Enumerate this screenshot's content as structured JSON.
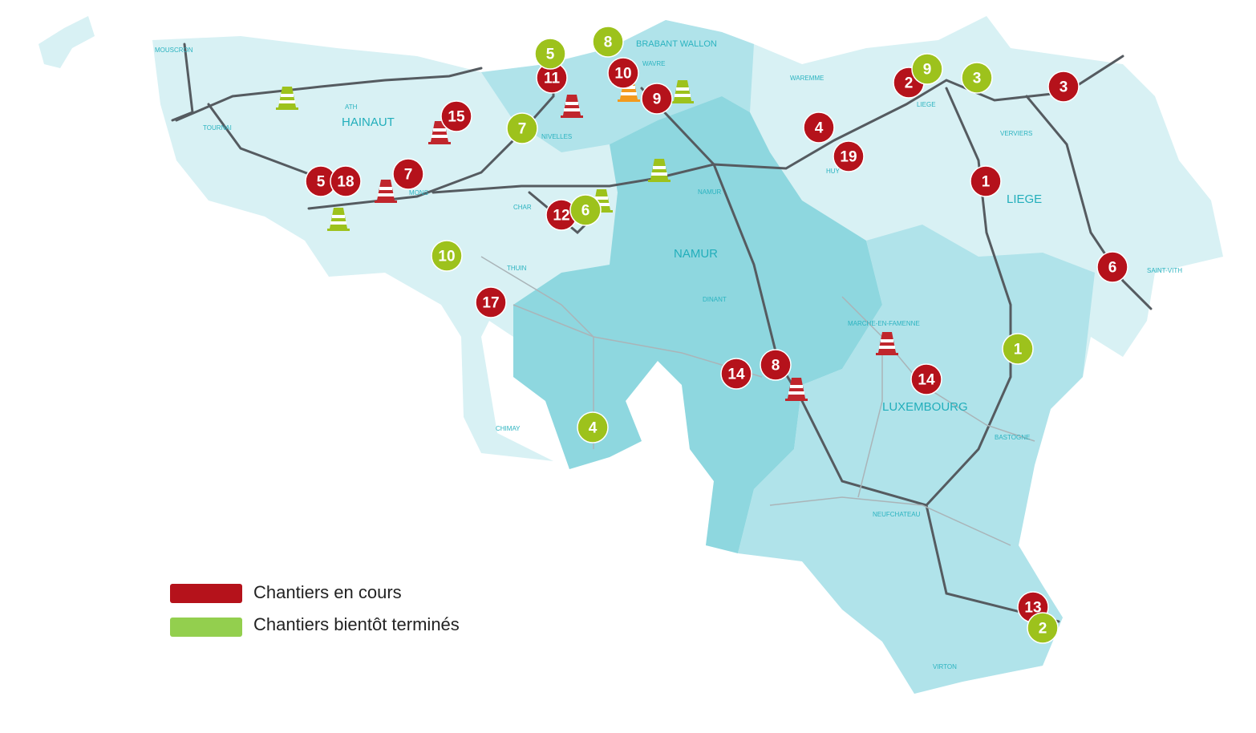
{
  "colors": {
    "in_progress": "#b5121b",
    "almost_done": "#9dc21c",
    "region_light": "#d8f1f4",
    "region_mid": "#b0e3ea",
    "region_dark": "#8ed7df",
    "road": "#555b60"
  },
  "provinces": {
    "hainaut": "HAINAUT",
    "brabant": "BRABANT WALLON",
    "namur": "NAMUR",
    "liege": "LIEGE",
    "luxembourg": "LUXEMBOURG"
  },
  "places": {
    "mouscron": "MOUSCRON",
    "tournai": "TOURNAI",
    "ath": "ATH",
    "mons": "MONS",
    "nivelles": "NIVELLES",
    "charleroi": "CHAR",
    "wavre": "WAVRE",
    "waremme": "WAREMME",
    "liege": "LIEGE",
    "huy": "HUY",
    "verviers": "VERVIERS",
    "saintvith": "SAINT-VITH",
    "namur": "NAMUR",
    "thuin": "THUIN",
    "dinant": "DINANT",
    "chimay": "CHIMAY",
    "marche": "MARCHE-EN-FAMENNE",
    "bastogne": "BASTOGNE",
    "neufchateau": "NEUFCHATEAU",
    "virton": "VIRTON"
  },
  "markers": [
    {
      "label": "11",
      "status": "in_progress"
    },
    {
      "label": "10",
      "status": "in_progress"
    },
    {
      "label": "9",
      "status": "in_progress"
    },
    {
      "label": "15",
      "status": "in_progress"
    },
    {
      "label": "5",
      "status": "in_progress"
    },
    {
      "label": "18",
      "status": "in_progress"
    },
    {
      "label": "7",
      "status": "in_progress"
    },
    {
      "label": "12",
      "status": "in_progress"
    },
    {
      "label": "17",
      "status": "in_progress"
    },
    {
      "label": "14",
      "status": "in_progress"
    },
    {
      "label": "8",
      "status": "in_progress"
    },
    {
      "label": "4",
      "status": "in_progress"
    },
    {
      "label": "19",
      "status": "in_progress"
    },
    {
      "label": "2",
      "status": "in_progress"
    },
    {
      "label": "3",
      "status": "in_progress"
    },
    {
      "label": "1",
      "status": "in_progress"
    },
    {
      "label": "6",
      "status": "in_progress"
    },
    {
      "label": "14",
      "status": "in_progress"
    },
    {
      "label": "13",
      "status": "in_progress"
    },
    {
      "label": "5",
      "status": "almost_done"
    },
    {
      "label": "8",
      "status": "almost_done"
    },
    {
      "label": "7",
      "status": "almost_done"
    },
    {
      "label": "6",
      "status": "almost_done"
    },
    {
      "label": "10",
      "status": "almost_done"
    },
    {
      "label": "4",
      "status": "almost_done"
    },
    {
      "label": "9",
      "status": "almost_done"
    },
    {
      "label": "3",
      "status": "almost_done"
    },
    {
      "label": "1",
      "status": "almost_done"
    },
    {
      "label": "2",
      "status": "almost_done"
    }
  ],
  "legend": {
    "in_progress": "Chantiers en cours",
    "almost_done": "Chantiers bientôt terminés"
  }
}
